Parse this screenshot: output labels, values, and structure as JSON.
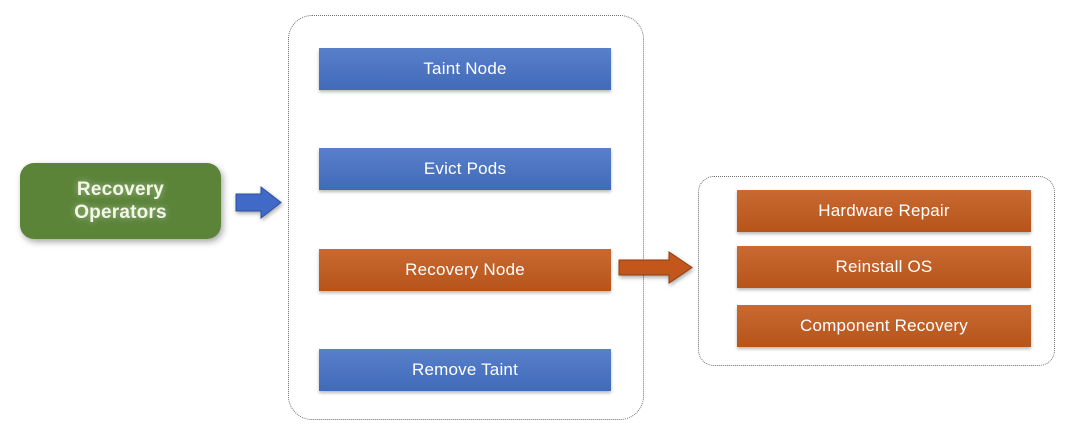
{
  "source_node": {
    "line1": "Recovery",
    "line2": "Operators",
    "fill": "#5B8439",
    "text_color": "#F2F7E6"
  },
  "workflow_panel": {
    "border_color": "#6E6E6E",
    "steps": [
      {
        "label": "Taint Node",
        "fill": "#4571C4"
      },
      {
        "label": "Evict Pods",
        "fill": "#4571C4"
      },
      {
        "label": "Recovery Node",
        "fill": "#C2591B"
      },
      {
        "label": "Remove Taint",
        "fill": "#4571C4"
      }
    ]
  },
  "repair_panel": {
    "border_color": "#6E6E6E",
    "steps": [
      {
        "label": "Hardware Repair",
        "fill": "#C2591B"
      },
      {
        "label": "Reinstall OS",
        "fill": "#C2591B"
      },
      {
        "label": "Component Recovery",
        "fill": "#C2591B"
      }
    ]
  },
  "arrows": {
    "operators_to_workflow": {
      "fill": "#4169C8"
    },
    "recovery_node_to_repair": {
      "fill": "#C3571B"
    }
  },
  "colors": {
    "background": "#FFFFFF",
    "step_text": "#FFFFFF"
  }
}
